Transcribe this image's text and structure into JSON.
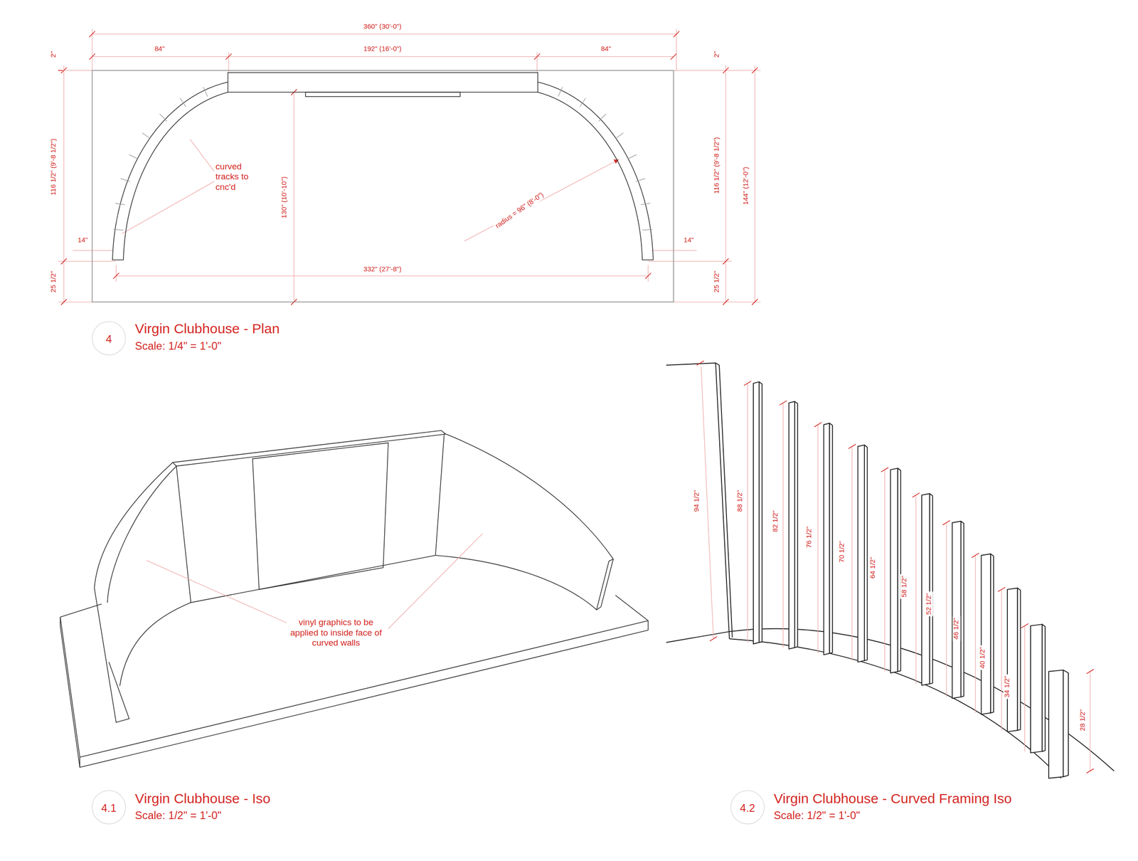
{
  "diagram": {
    "nodes": [
      {
        "text": [
          "4"
        ]
      },
      {
        "text": [
          "4.1"
        ]
      },
      {
        "text": [
          "4.2"
        ]
      }
    ],
    "labels": [
      "360\" (30'-0\")",
      "84\"",
      "192\" (16'-0\")",
      "84\"",
      "2\"",
      "2\"",
      "116 1/2\" (9'-8 1/2\")",
      "curved tracks to cnc'd",
      "130\" (10'-10\")",
      "radius = 96\" (8'-0\")",
      "116 1/2\" (9'-8 1/2\")",
      "144\" (12'-0\")",
      "14\"",
      "14\"",
      "332\" (27'-8\")",
      "25 1/2\"",
      "25 1/2\"",
      "Virgin Clubhouse - Plan",
      "Scale: 1/4\" = 1'-0\"",
      "vinyl graphics to be applied to inside face of curved walls",
      "Virgin Clubhouse - Iso",
      "Scale: 1/2\" = 1'-0\"",
      "94 1/2\"",
      "88 1/2\"",
      "82 1/2\"",
      "76 1/2\"",
      "70 1/2\"",
      "64 1/2\"",
      "58 1/2\"",
      "52 1/2\"",
      "46 1/2\"",
      "40 1/2\"",
      "34 1/2\"",
      "28 1/2\"",
      "Virgin Clubhouse - Curved Framing Iso",
      "Scale: 1/2\" = 1'-0\""
    ]
  }
}
